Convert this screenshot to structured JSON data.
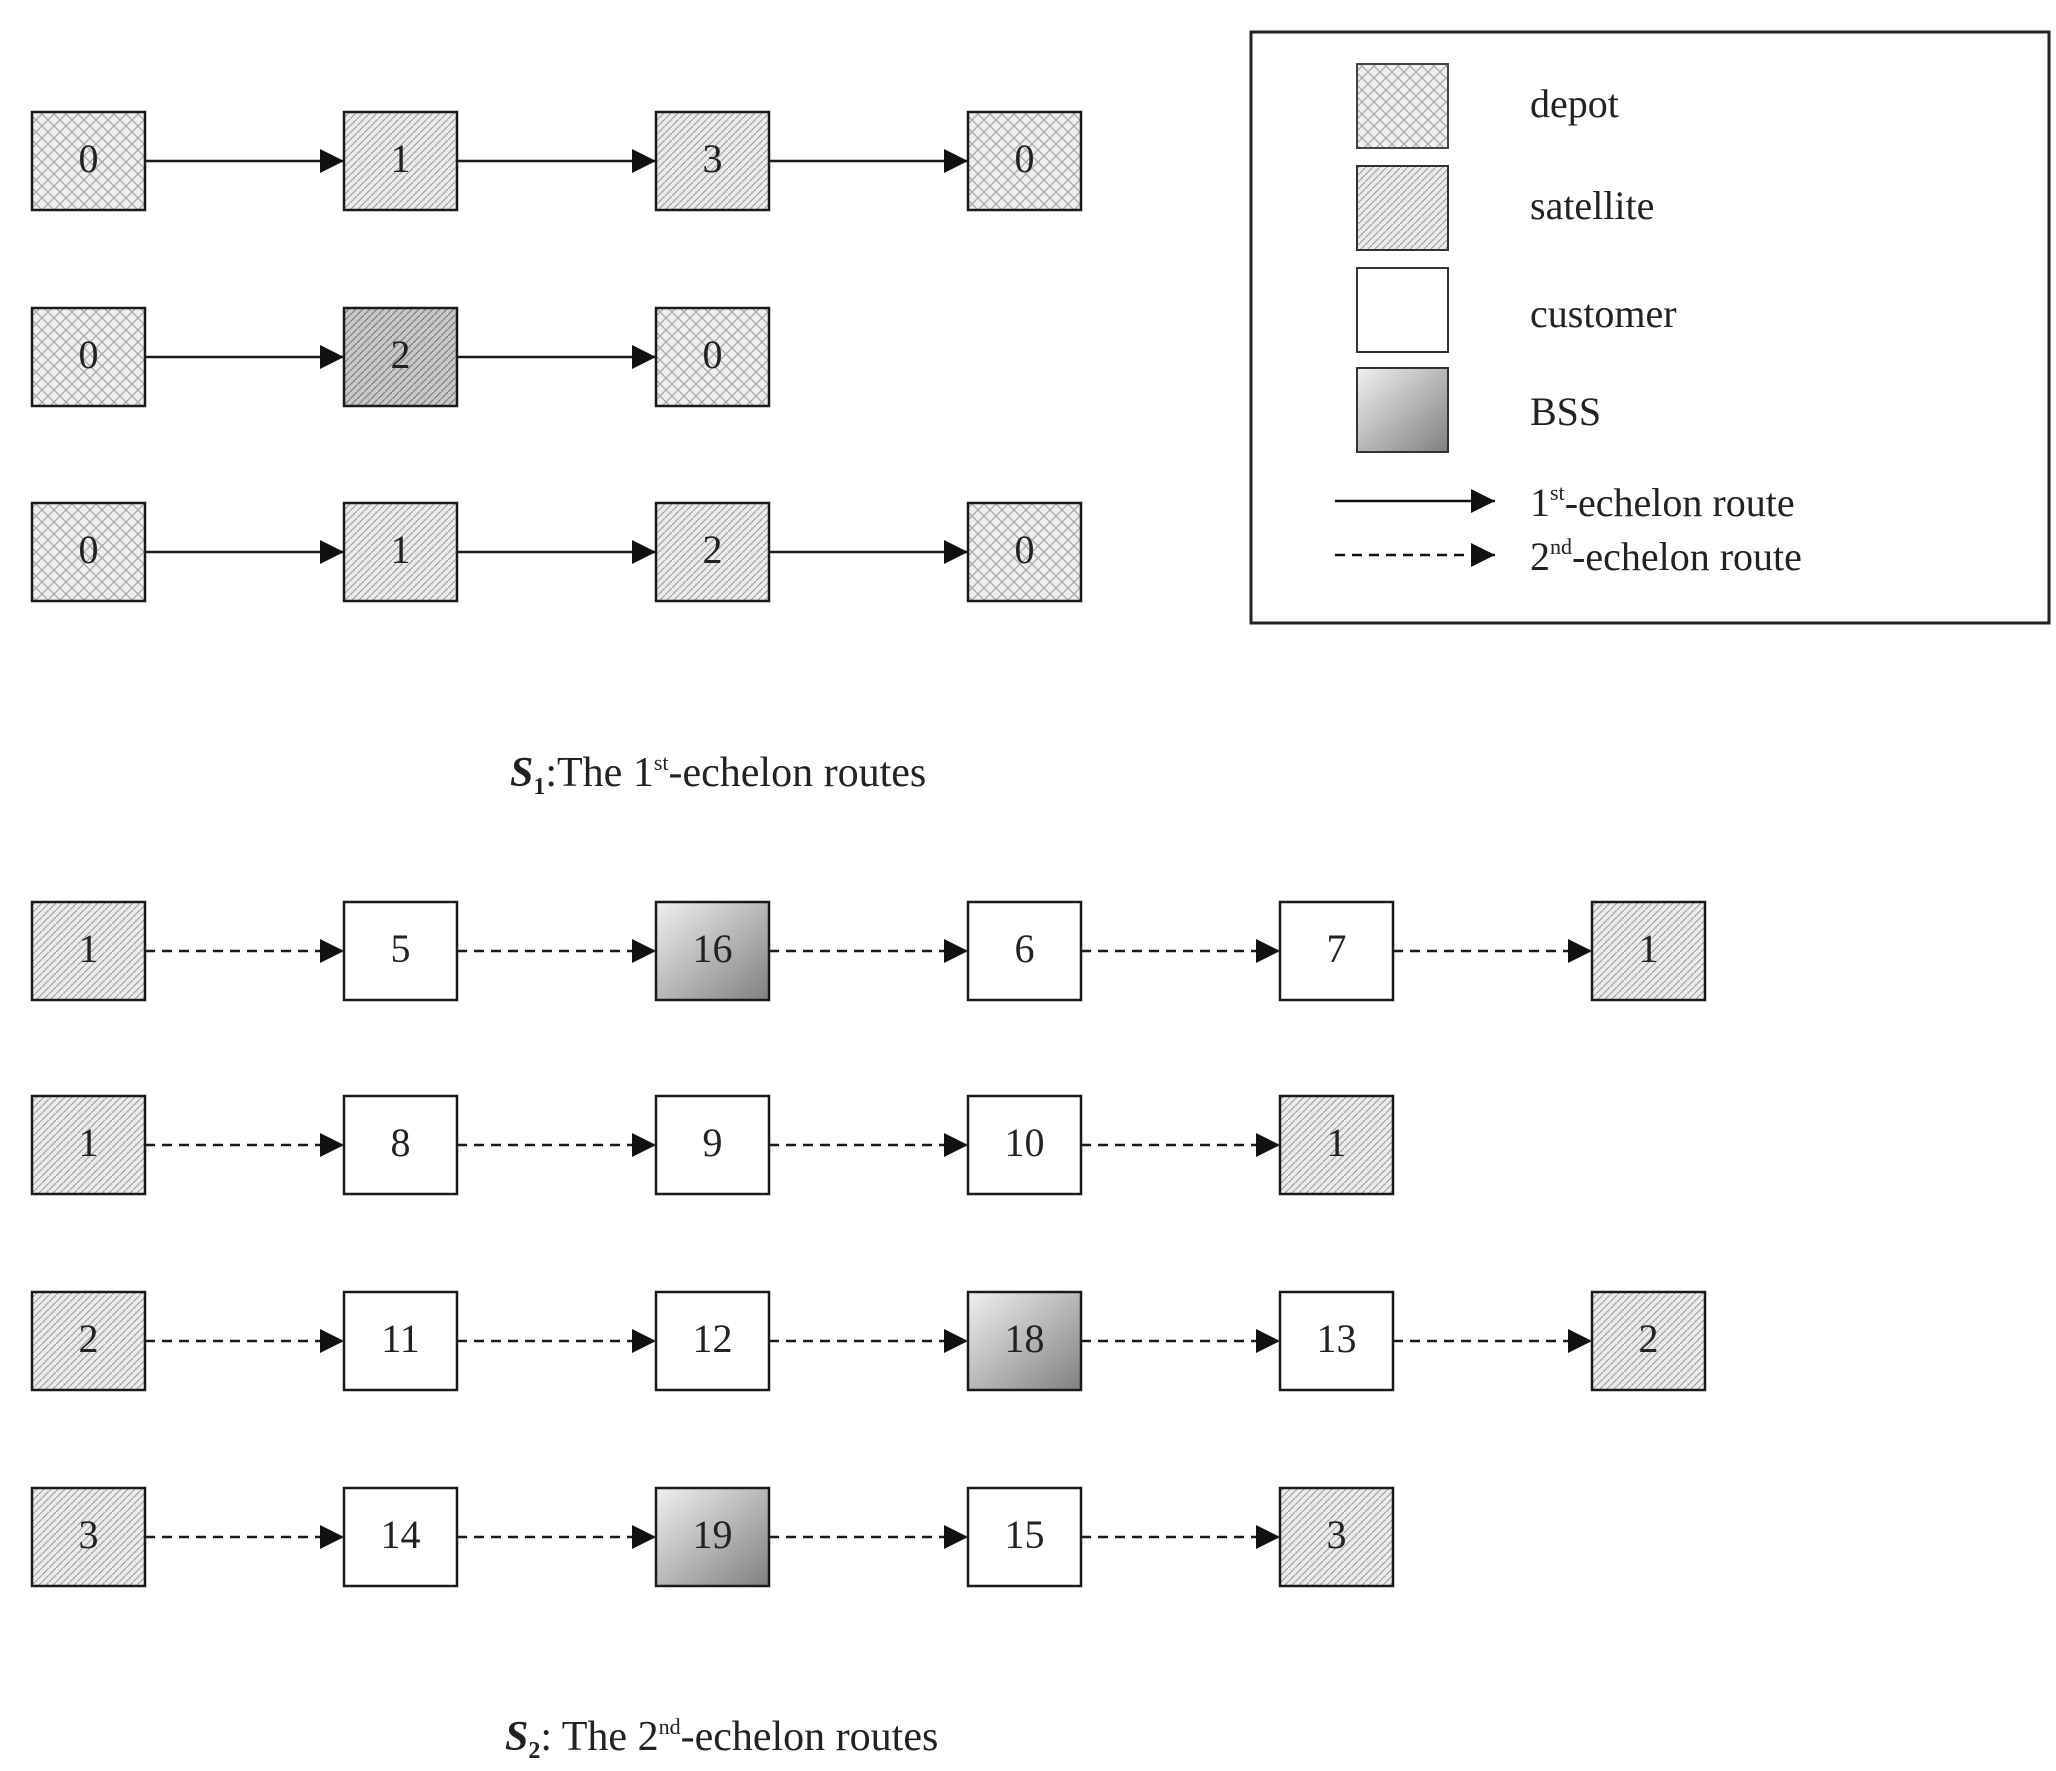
{
  "legend": {
    "items": [
      {
        "type": "depot",
        "label": "depot"
      },
      {
        "type": "satellite",
        "label": "satellite"
      },
      {
        "type": "customer",
        "label": "customer"
      },
      {
        "type": "bss",
        "label": "BSS"
      }
    ],
    "lines": [
      {
        "style": "solid",
        "label_sup": "st",
        "label_pre": "1",
        "label_post": "-echelon route"
      },
      {
        "style": "dashed",
        "label_sup": "nd",
        "label_pre": "2",
        "label_post": "-echelon route"
      }
    ]
  },
  "caption_s1": {
    "symbol": "S",
    "sub": "1",
    "text_pre": ":The 1",
    "text_sup": "st",
    "text_post": "-echelon routes"
  },
  "caption_s2": {
    "symbol": "S",
    "sub": "2",
    "text_pre": ": The 2",
    "text_sup": "nd",
    "text_post": "-echelon routes"
  },
  "routes_s1": [
    {
      "edge": "solid",
      "nodes": [
        {
          "id": "0",
          "type": "depot"
        },
        {
          "id": "1",
          "type": "satellite"
        },
        {
          "id": "3",
          "type": "satellite"
        },
        {
          "id": "0",
          "type": "depot"
        }
      ]
    },
    {
      "edge": "solid",
      "nodes": [
        {
          "id": "0",
          "type": "depot"
        },
        {
          "id": "2",
          "type": "satellite_dark"
        },
        {
          "id": "0",
          "type": "depot"
        }
      ]
    },
    {
      "edge": "solid",
      "nodes": [
        {
          "id": "0",
          "type": "depot"
        },
        {
          "id": "1",
          "type": "satellite"
        },
        {
          "id": "2",
          "type": "satellite"
        },
        {
          "id": "0",
          "type": "depot"
        }
      ]
    }
  ],
  "routes_s2": [
    {
      "edge": "dashed",
      "nodes": [
        {
          "id": "1",
          "type": "satellite"
        },
        {
          "id": "5",
          "type": "customer"
        },
        {
          "id": "16",
          "type": "bss"
        },
        {
          "id": "6",
          "type": "customer"
        },
        {
          "id": "7",
          "type": "customer"
        },
        {
          "id": "1",
          "type": "satellite"
        }
      ]
    },
    {
      "edge": "dashed",
      "nodes": [
        {
          "id": "1",
          "type": "satellite"
        },
        {
          "id": "8",
          "type": "customer"
        },
        {
          "id": "9",
          "type": "customer"
        },
        {
          "id": "10",
          "type": "customer"
        },
        {
          "id": "1",
          "type": "satellite"
        }
      ]
    },
    {
      "edge": "dashed",
      "nodes": [
        {
          "id": "2",
          "type": "satellite"
        },
        {
          "id": "11",
          "type": "customer"
        },
        {
          "id": "12",
          "type": "customer"
        },
        {
          "id": "18",
          "type": "bss"
        },
        {
          "id": "13",
          "type": "customer"
        },
        {
          "id": "2",
          "type": "satellite"
        }
      ]
    },
    {
      "edge": "dashed",
      "nodes": [
        {
          "id": "3",
          "type": "satellite"
        },
        {
          "id": "14",
          "type": "customer"
        },
        {
          "id": "19",
          "type": "bss"
        },
        {
          "id": "15",
          "type": "customer"
        },
        {
          "id": "3",
          "type": "satellite"
        }
      ]
    }
  ],
  "colors": {
    "stroke": "#1a1a1a",
    "fill_customer": "#ffffff",
    "bss_light": "#e6e6e6",
    "bss_dark": "#8c8c8c",
    "satellite_dark": "#c8c8c8"
  }
}
